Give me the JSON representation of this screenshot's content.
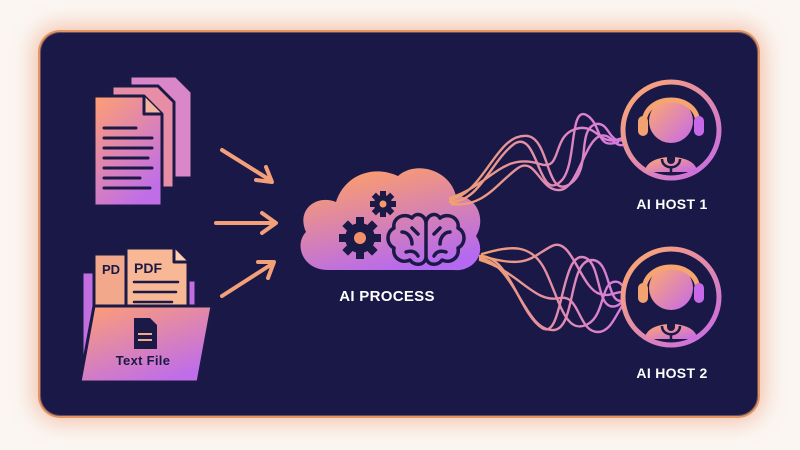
{
  "labels": {
    "process": "AI PROCESS",
    "host1": "AI HOST 1",
    "host2": "AI HOST 2",
    "text_file": "Text File",
    "pd": "PD",
    "pdf": "PDF"
  },
  "colors": {
    "background": "#191847",
    "border": "#e4945f",
    "gradient_start": "#ffa36b",
    "gradient_end": "#a665f0",
    "text": "#ffffff",
    "dark_text": "#1b1946"
  },
  "icons": [
    "document-stack-icon",
    "pdf-folder-icon",
    "arrow-icon",
    "cloud-icon",
    "gear-icon",
    "brain-icon",
    "sound-wave-icon",
    "headset-host-icon",
    "microphone-icon"
  ]
}
